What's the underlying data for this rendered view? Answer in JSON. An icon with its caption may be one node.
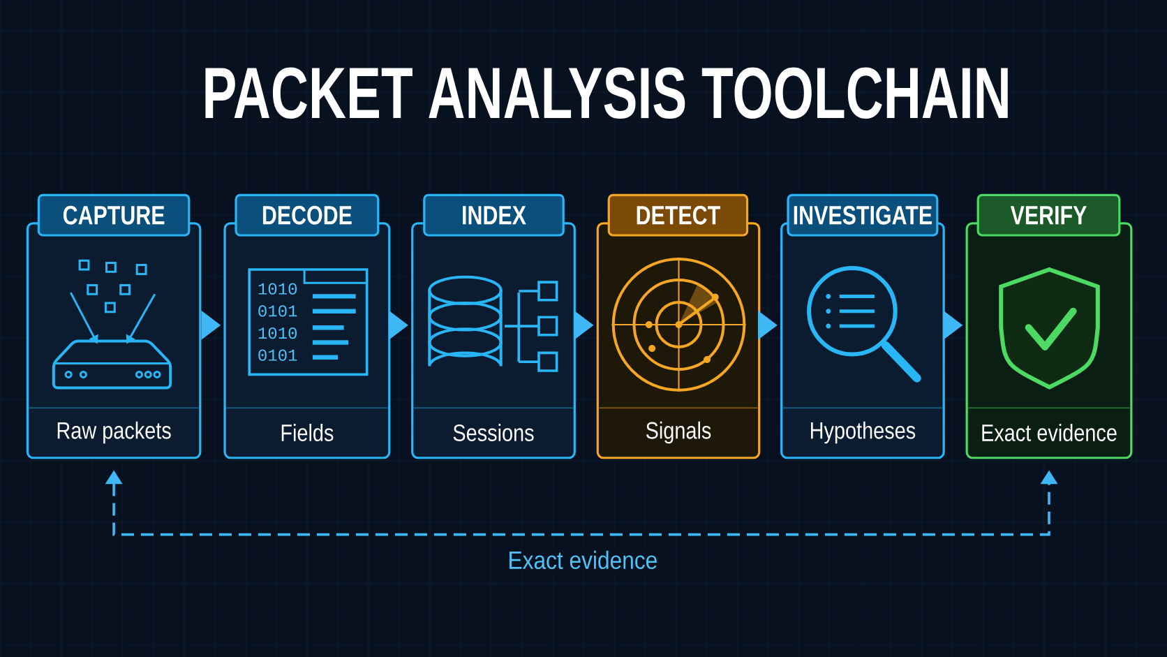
{
  "diagram": {
    "title": "PACKET ANALYSIS TOOLCHAIN",
    "nodes": [
      {
        "text": [
          "CAPTURE",
          "Raw packets"
        ]
      },
      {
        "text": [
          "DECODE",
          "Fields"
        ]
      },
      {
        "text": [
          "INDEX",
          "Sessions"
        ]
      },
      {
        "text": [
          "DETECT",
          "Signals"
        ]
      },
      {
        "text": [
          "INVESTIGATE",
          "Hypotheses"
        ]
      },
      {
        "text": [
          "VERIFY",
          "Exact evidence"
        ]
      }
    ],
    "edges": [
      {
        "from": 0,
        "to": 1,
        "arrow": "to"
      },
      {
        "from": 1,
        "to": 2,
        "arrow": "to"
      },
      {
        "from": 2,
        "to": 3,
        "arrow": "to"
      },
      {
        "from": 3,
        "to": 4,
        "arrow": "to"
      },
      {
        "from": 4,
        "to": 5,
        "arrow": "to"
      },
      {
        "from": 0,
        "to": 5,
        "arrow": "both",
        "style": "dashed",
        "label": "Exact evidence"
      }
    ],
    "labels": [
      "1010",
      "0101",
      "1010",
      "0101"
    ]
  }
}
